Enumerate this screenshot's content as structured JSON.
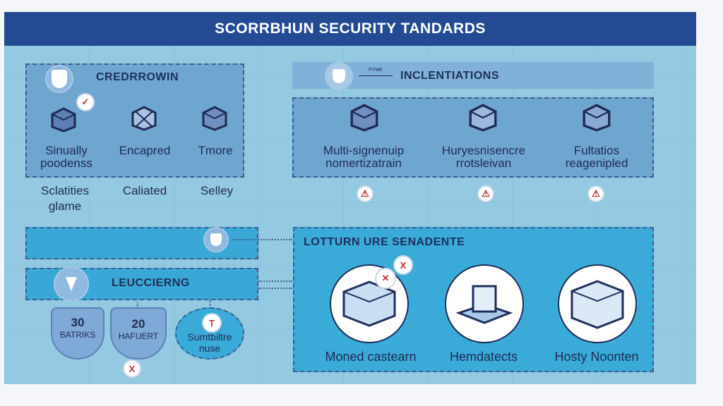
{
  "header": {
    "title": "SCORRBHUN SECURITY TANDARDS"
  },
  "top_left": {
    "title": "CREDRROWIN",
    "badge": "✓",
    "items": [
      {
        "label1": "Sinually",
        "label2": "poodenss"
      },
      {
        "label1": "Encapred",
        "label2": ""
      },
      {
        "label1": "Tmore",
        "label2": ""
      }
    ],
    "below": [
      {
        "label1": "Sclatities",
        "label2": "glame"
      },
      {
        "label1": "Caliated",
        "label2": ""
      },
      {
        "label1": "Selley",
        "label2": ""
      }
    ]
  },
  "top_right": {
    "title": "INCLENTIATIONS",
    "arrow_text": "PYME",
    "items": [
      {
        "label1": "Multi-signenuip",
        "label2": "nomertizatrain"
      },
      {
        "label1": "Huryesnisencre",
        "label2": "rrotsleivan"
      },
      {
        "label1": "Fultatios",
        "label2": "reagenipled"
      }
    ]
  },
  "left_bars": {
    "title": "LEUCCIERNG"
  },
  "badges": [
    {
      "value": "30",
      "label": "BATRIKS"
    },
    {
      "value": "20",
      "label": "HAFUERT"
    },
    {
      "value": "",
      "label1": "Sumtbiltre",
      "label2": "nuse",
      "badge": "T"
    }
  ],
  "x_badge": "X",
  "bottom_right": {
    "title": "LOTTURN URE SENADENTE",
    "x_badge": "X",
    "items": [
      {
        "label": "Moned castearn"
      },
      {
        "label": "Hemdatects"
      },
      {
        "label": "Hosty Noonten"
      }
    ]
  }
}
